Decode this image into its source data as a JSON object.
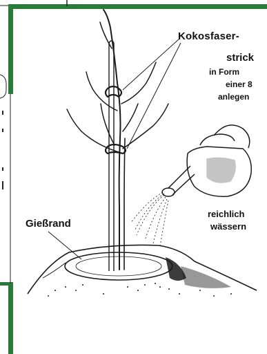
{
  "labels": {
    "rope_line1": "Kokosfaser-",
    "rope_line2": "strick",
    "rope_line3": "in Form",
    "rope_line4": "einer 8",
    "rope_line5": "anlegen",
    "water_line1": "reichlich",
    "water_line2": "wässern",
    "rim_label": "Gießrand"
  },
  "colors": {
    "frame_green": "#2a7a3a",
    "ink": "#1a1a1a"
  }
}
